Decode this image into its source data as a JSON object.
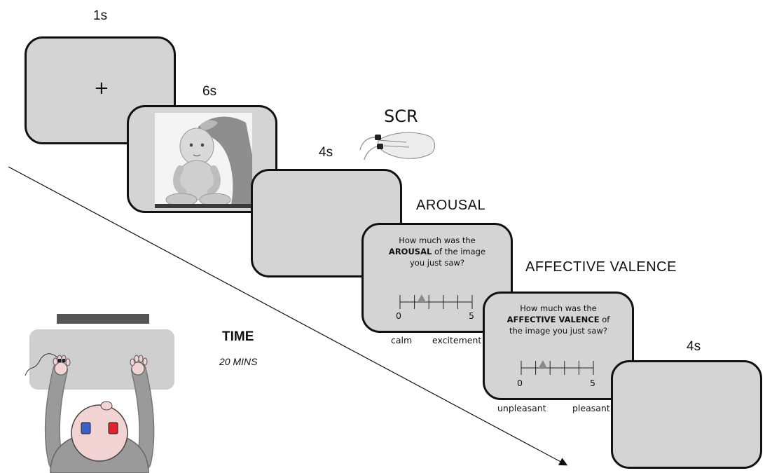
{
  "durations": {
    "fixation": "1s",
    "image": "6s",
    "blank_1": "4s",
    "blank_2": "4s"
  },
  "fixation_symbol": "+",
  "scr_label": "SCR",
  "arousal": {
    "heading": "AROUSAL",
    "question_pre": "How much was the",
    "question_bold": "AROUSAL",
    "question_mid": "of the image",
    "question_post": "you just saw?",
    "scale_min": "0",
    "scale_max": "5",
    "anchor_low": "calm",
    "anchor_high": "excitement",
    "marker_value": 1.5
  },
  "valence": {
    "heading": "AFFECTIVE VALENCE",
    "question_pre": "How much was the",
    "question_bold": "AFFECTIVE VALENCE",
    "question_mid": "of",
    "question_post": "the image you just saw?",
    "scale_min": "0",
    "scale_max": "5",
    "anchor_low": "unpleasant",
    "anchor_high": "pleasant",
    "marker_value": 1.5
  },
  "time": {
    "label": "TIME",
    "duration": "20 MINS"
  },
  "colors": {
    "screen_fill": "#d4d4d4",
    "desk": "#cfcfcf",
    "monitor_bar": "#555555",
    "body_gray": "#9a9a9a",
    "skin": "#f2d3d3",
    "glasses_left": "#3a5fc8",
    "glasses_right": "#e0242e",
    "marker": "#8a8a8a"
  }
}
